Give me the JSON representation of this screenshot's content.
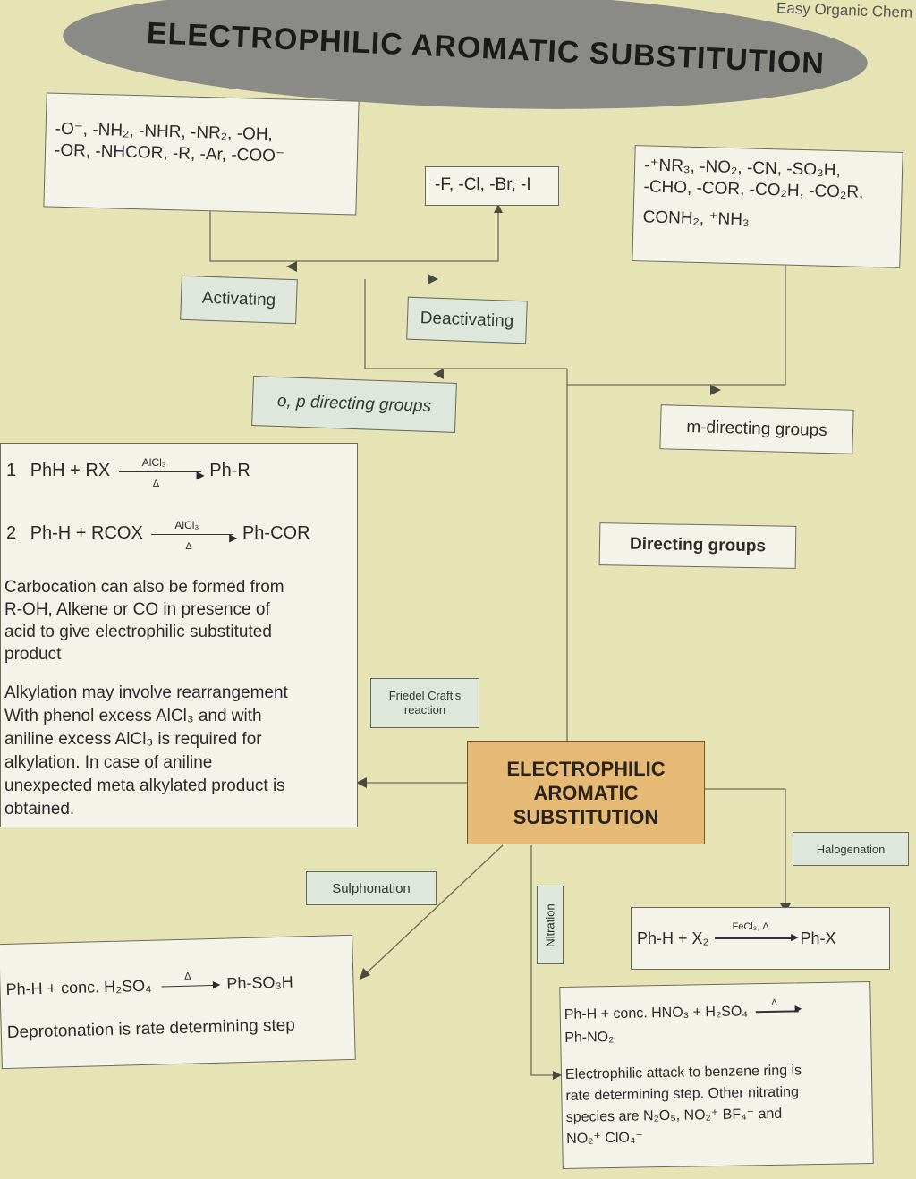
{
  "header": {
    "title": "ELECTROPHILIC AROMATIC SUBSTITUTION",
    "brand": "Easy Organic Chem"
  },
  "activating_groups": {
    "line1": "-O⁻, -NH₂, -NHR, -NR₂, -OH,",
    "line2": "-OR, -NHCOR, -R, -Ar, -COO⁻"
  },
  "halogen_groups": {
    "text": "-F, -Cl, -Br, -I"
  },
  "meta_groups": {
    "line1": "-⁺NR₃, -NO₂, -CN, -SO₃H,",
    "line2": "-CHO, -COR, -CO₂H, -CO₂R,",
    "line3": "CONH₂, ⁺NH₃"
  },
  "labels": {
    "activating": "Activating",
    "deactivating": "Deactivating",
    "op_directing": "o, p directing groups",
    "m_directing": "m-directing groups",
    "directing": "Directing groups",
    "friedel_line1": "Friedel Craft's",
    "friedel_line2": "reaction",
    "sulphonation": "Sulphonation",
    "nitration": "Nitration",
    "halogenation": "Halogenation"
  },
  "center": {
    "line1": "ELECTROPHILIC",
    "line2": "AROMATIC",
    "line3": "SUBSTITUTION"
  },
  "friedel_box": {
    "r1_prefix": "1",
    "r1_left": "PhH + RX",
    "r1_cat": "AlCl₃",
    "r1_cond": "Δ",
    "r1_right": "Ph-R",
    "r2_prefix": "2",
    "r2_left": "Ph-H + RCOX",
    "r2_cat": "AlCl₃",
    "r2_cond": "Δ",
    "r2_right": "Ph-COR",
    "p1": [
      "Carbocation can also be formed from",
      "R-OH, Alkene or CO in presence of",
      "acid to give electrophilic substituted",
      "product"
    ],
    "p2": [
      "Alkylation may involve rearrangement",
      "With phenol excess AlCl₃ and with",
      "aniline excess AlCl₃ is required for",
      "alkylation. In case of aniline",
      "unexpected meta alkylated product is",
      "obtained."
    ]
  },
  "sulphonation_box": {
    "reaction_left": "Ph-H + conc. H₂SO₄",
    "reaction_cond": "Δ",
    "reaction_right": "Ph-SO₃H",
    "note": "Deprotonation is rate determining step"
  },
  "halogenation_box": {
    "left": "Ph-H + X₂",
    "cond": "FeCl₃, Δ",
    "right": "Ph-X"
  },
  "nitration_box": {
    "reaction_left": "Ph-H + conc. HNO₃ + H₂SO₄",
    "reaction_cond": "Δ",
    "product": "Ph-NO₂",
    "note": [
      "Electrophilic attack to benzene ring is",
      "rate determining step. Other nitrating",
      "species are N₂O₅, NO₂⁺ BF₄⁻ and",
      "NO₂⁺ ClO₄⁻"
    ]
  },
  "colors": {
    "background": "#e6e4b4",
    "title_oval": "#8a8a86",
    "center_box": "#e6ba74",
    "label_box": "#dfe7dc",
    "content_box": "#f4f3ea"
  }
}
